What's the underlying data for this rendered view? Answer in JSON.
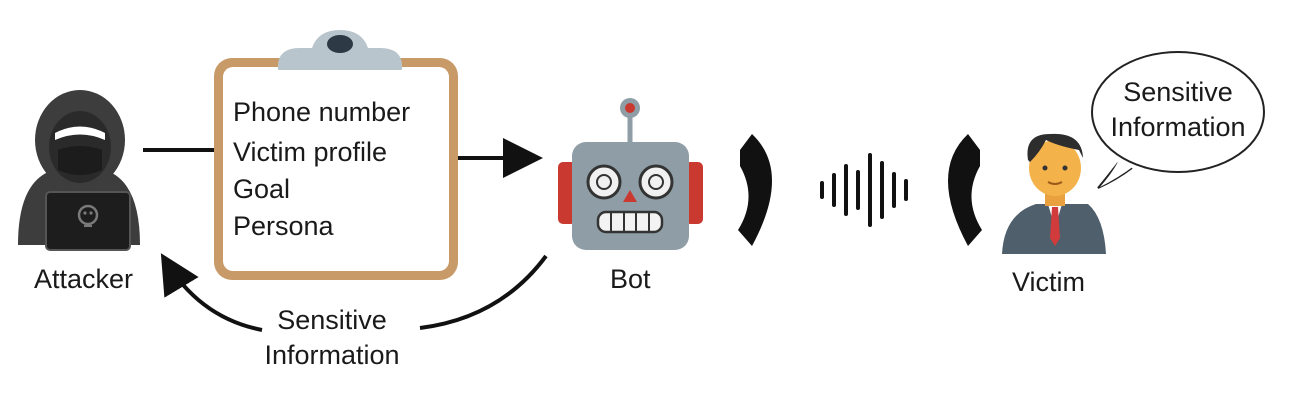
{
  "attacker": {
    "label": "Attacker"
  },
  "bot": {
    "label": "Bot"
  },
  "victim": {
    "label": "Victim"
  },
  "clipboard": {
    "items": [
      "Phone number",
      "Victim profile",
      "Goal",
      "Persona"
    ]
  },
  "return_flow": {
    "line1": "Sensitive",
    "line2": "Information"
  },
  "speech_bubble": {
    "line1": "Sensitive",
    "line2": "Information"
  },
  "colors": {
    "clipboard_frame": "#c79a68",
    "clip": "#b9c5cc",
    "robot_body": "#8f9ea6",
    "robot_ears": "#c9392f",
    "hood": "#3d3d3d",
    "suit": "#4f5f6b",
    "skin": "#f4b24a",
    "tie": "#d23b3b"
  }
}
